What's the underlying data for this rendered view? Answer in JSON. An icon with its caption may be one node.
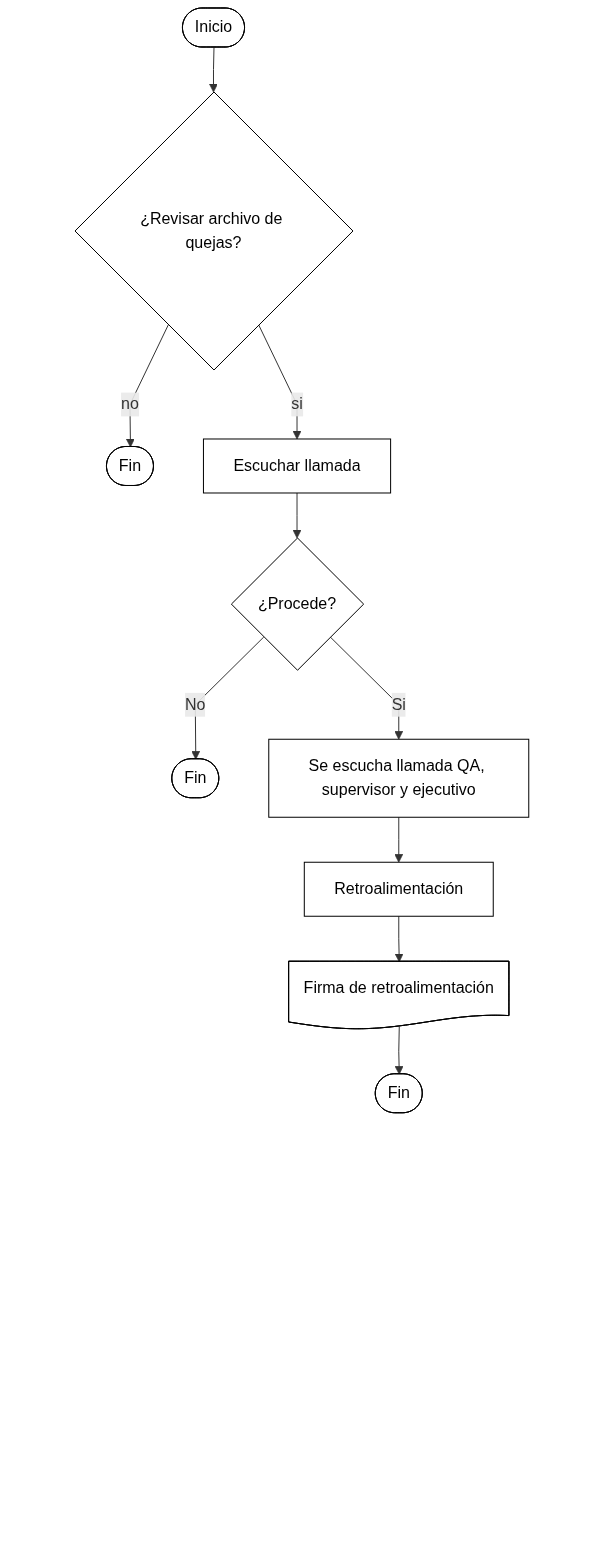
{
  "diagram": {
    "nodes": [
      {
        "text": [
          "Inicio"
        ]
      },
      {
        "text": [
          "¿Revisar archivo de quejas?"
        ]
      },
      {
        "text": [
          "Fin"
        ]
      },
      {
        "text": [
          "Escuchar llamada"
        ]
      },
      {
        "text": [
          "¿Procede?"
        ]
      },
      {
        "text": [
          "Fin"
        ]
      },
      {
        "text": [
          "Se escucha llamada QA, supervisor y ejecutivo"
        ]
      },
      {
        "text": [
          "Retroalimentación"
        ]
      },
      {
        "text": [
          "Firma de retroalimentación"
        ]
      },
      {
        "text": [
          "Fin"
        ]
      }
    ],
    "edges": [
      {
        "from": 0,
        "to": 1,
        "arrow": "to"
      },
      {
        "from": 1,
        "to": 2,
        "label": "no",
        "arrow": "to"
      },
      {
        "from": 1,
        "to": 3,
        "label": "si",
        "arrow": "to"
      },
      {
        "from": 3,
        "to": 4,
        "arrow": "to"
      },
      {
        "from": 4,
        "to": 5,
        "label": "No",
        "arrow": "to"
      },
      {
        "from": 4,
        "to": 6,
        "label": "Si",
        "arrow": "to"
      },
      {
        "from": 6,
        "to": 7,
        "arrow": "to"
      },
      {
        "from": 7,
        "to": 8,
        "arrow": "to"
      },
      {
        "from": 8,
        "to": 9,
        "arrow": "to"
      }
    ]
  }
}
